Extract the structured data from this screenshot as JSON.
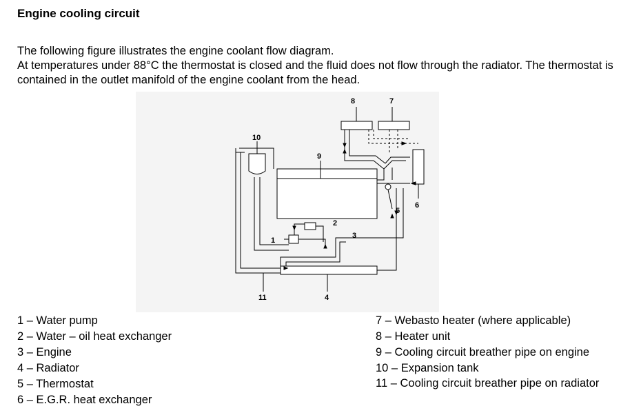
{
  "title": "Engine cooling circuit",
  "paragraph_1": "The following figure illustrates the engine coolant flow diagram.",
  "paragraph_2": "At temperatures under 88°C the thermostat is closed and the fluid does not flow through the radiator. The thermostat is contained in the outlet manifold of the engine coolant from the head.",
  "diagram_labels": {
    "l1": "1",
    "l2": "2",
    "l3": "3",
    "l4": "4",
    "l5": "5",
    "l6": "6",
    "l7": "7",
    "l8": "8",
    "l9": "9",
    "l10": "10",
    "l11": "11"
  },
  "legend_left": [
    "1 – Water pump",
    "2 – Water – oil heat exchanger",
    "3 – Engine",
    "4 – Radiator",
    "5 – Thermostat",
    "6 – E.G.R. heat exchanger"
  ],
  "legend_right": [
    "7 – Webasto heater (where applicable)",
    "8 – Heater unit",
    "9 – Cooling circuit breather pipe on engine",
    "10 – Expansion tank",
    "11 – Cooling circuit breather pipe on radiator"
  ]
}
